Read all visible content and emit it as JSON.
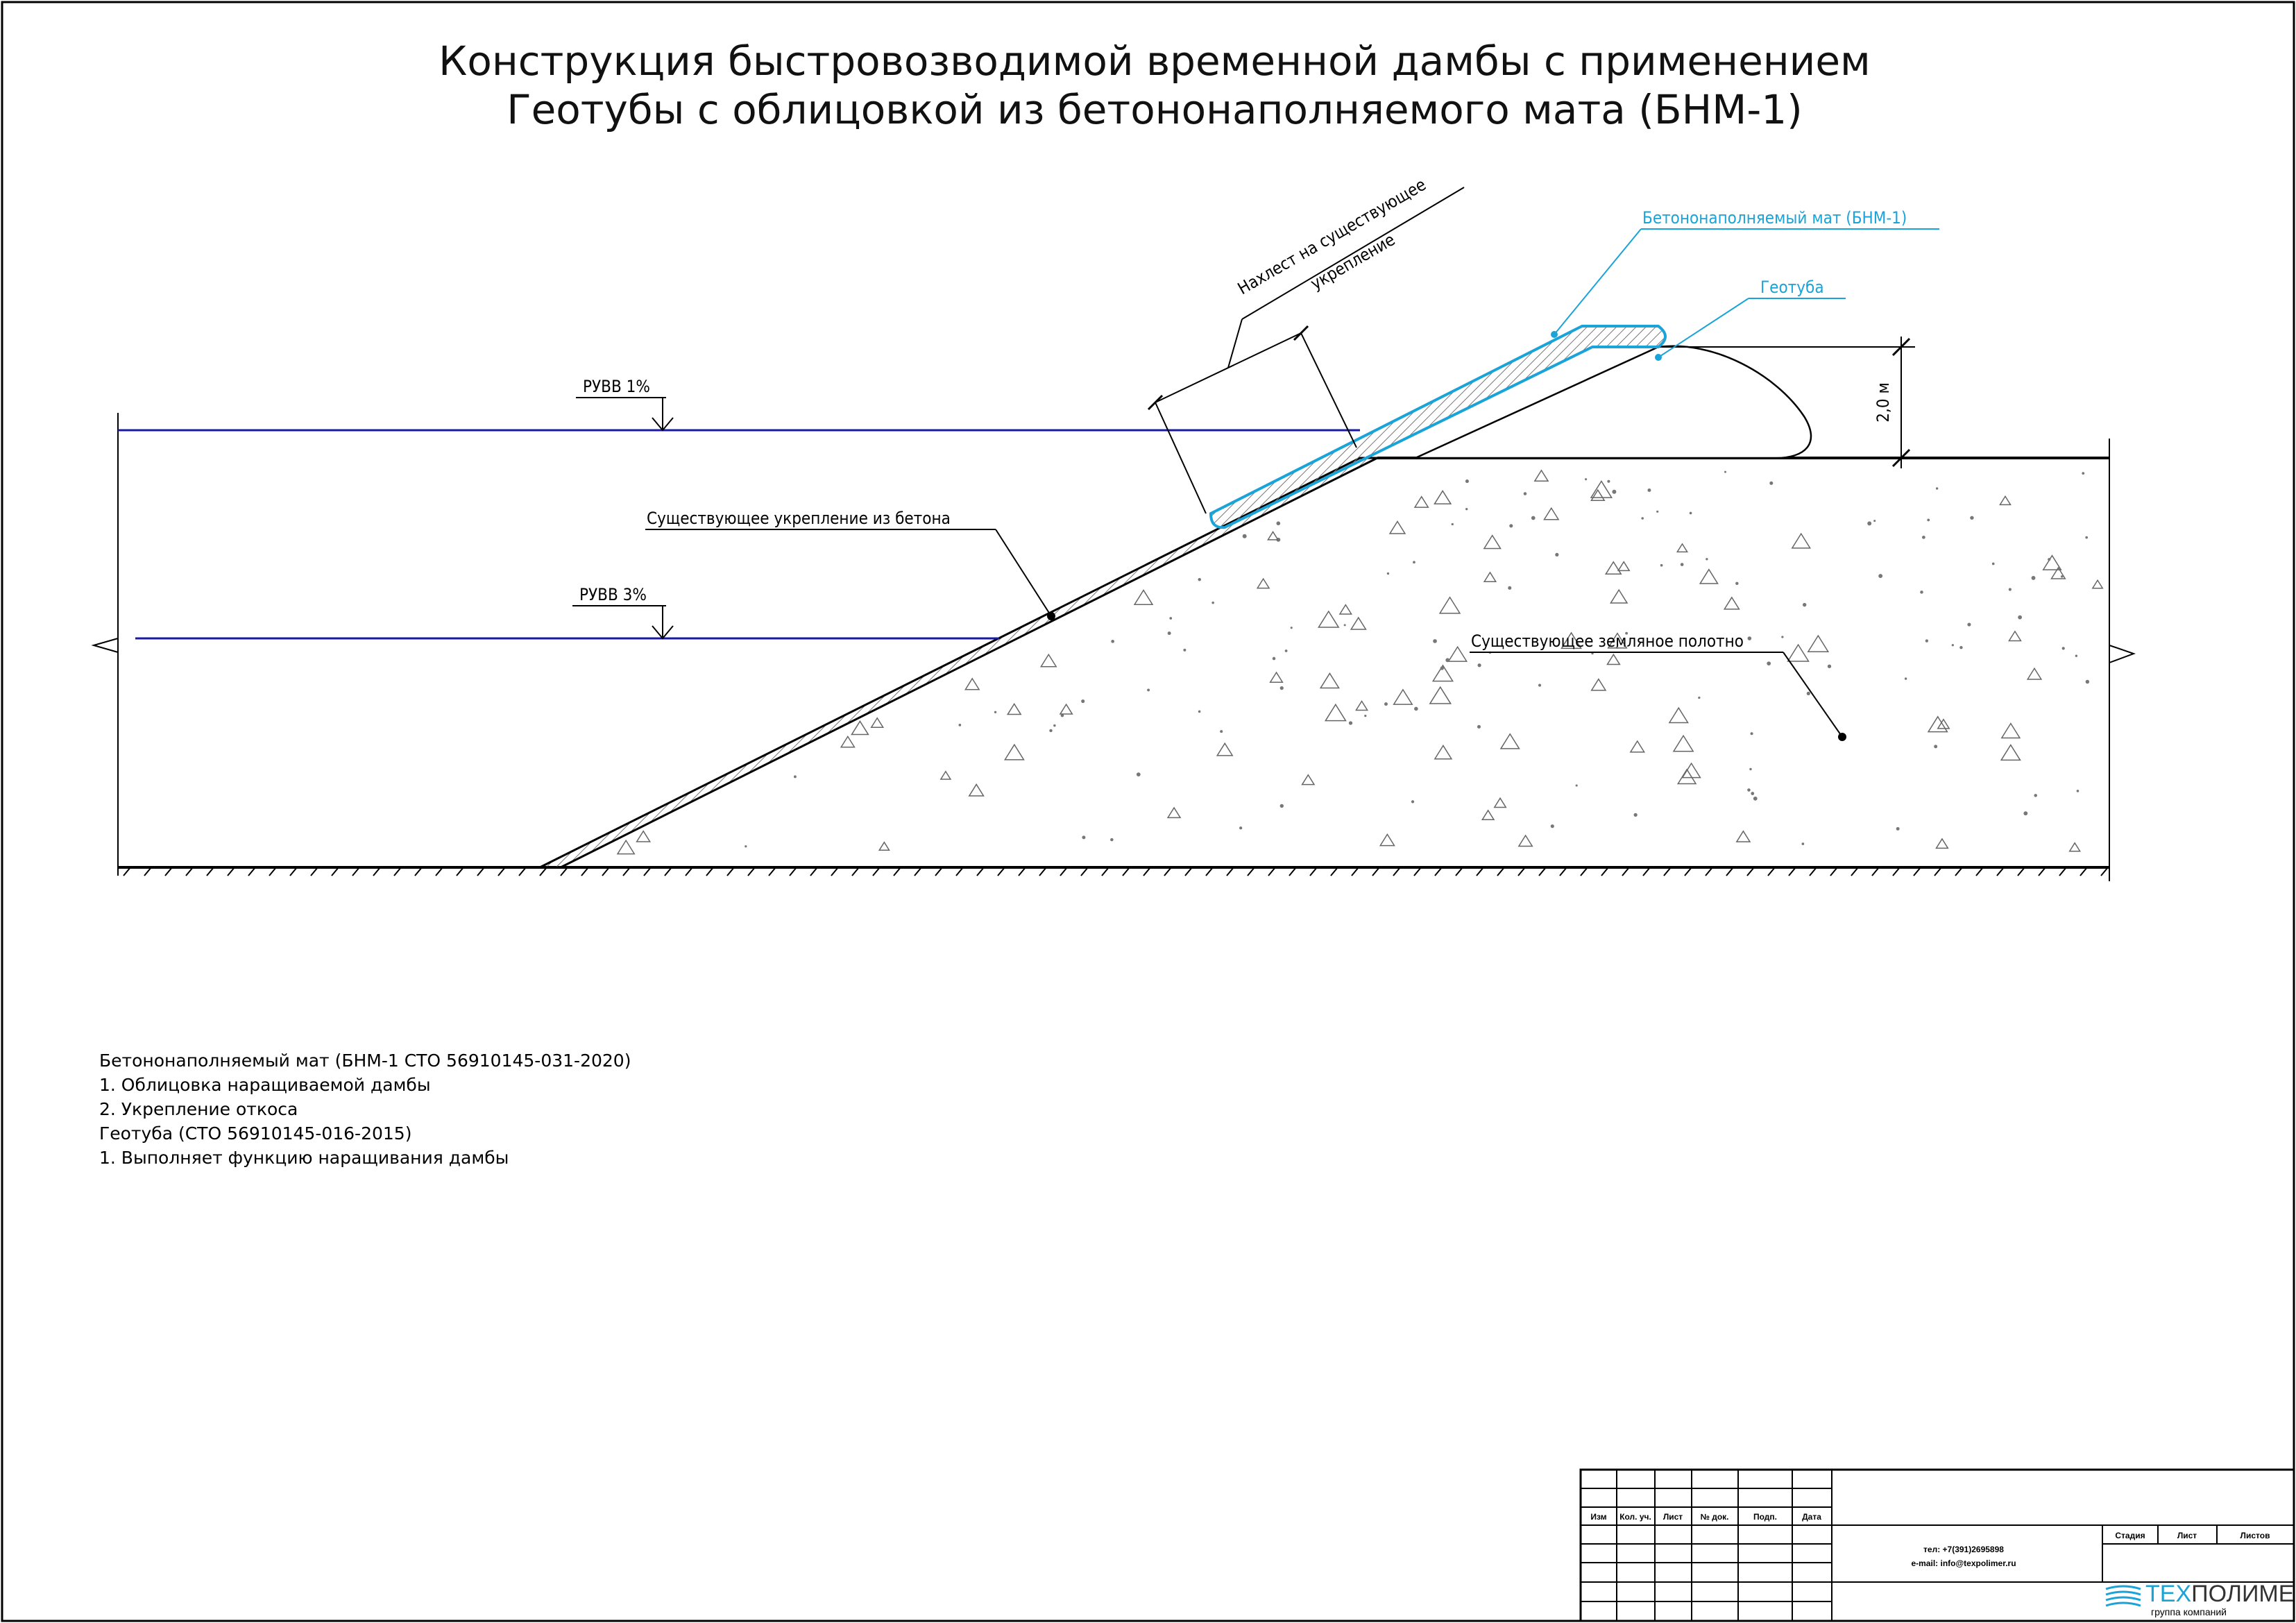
{
  "title": {
    "line1": "Конструкция быстровозводимой временной дамбы с применением",
    "line2": "Геотубы с облицовкой из бетононаполняемого мата (БНМ-1)"
  },
  "labels": {
    "overlap_line1": "Нахлест на существующее",
    "overlap_line2": "укрепление",
    "bnm": "Бетононаполняемый мат (БНМ-1)",
    "geotube": "Геотуба",
    "height": "2,0 м",
    "ruvv1": "РУВВ 1%",
    "ruvv3": "РУВВ 3%",
    "existing_concrete": "Существующее укрепление из бетона",
    "existing_earth": "Существующее земляное полотно"
  },
  "notes": {
    "bnm_header": "Бетононаполняемый мат (БНМ-1 СТО 56910145-031-2020)",
    "bnm_item1": "1. Облицовка наращиваемой дамбы",
    "bnm_item2": "2. Укрепление откоса",
    "geotube_header": "Геотуба (СТО 56910145-016-2015)",
    "geotube_item1": "1. Выполняет функцию наращивания дамбы"
  },
  "title_block": {
    "headers": [
      "Изм",
      "Кол. уч.",
      "Лист",
      "№ док.",
      "Подп.",
      "Дата"
    ],
    "phone": "тел: +7(391)2695898",
    "email": "e-mail: info@texpolimer.ru",
    "stage": "Стадия",
    "sheet": "Лист",
    "sheets": "Листов",
    "logo_tex": "ТЕХ",
    "logo_polymer": "ПОЛИМЕР",
    "logo_sub": "группа компаний"
  },
  "colors": {
    "accent": "#1aa3d8",
    "water_line": "#1a1aa0"
  }
}
